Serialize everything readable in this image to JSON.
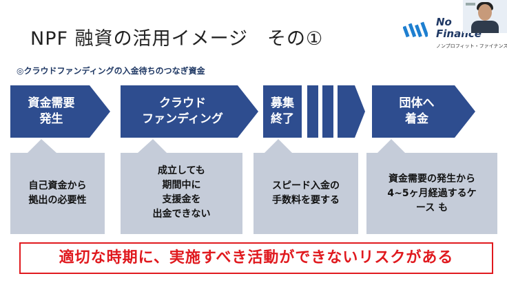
{
  "slide": {
    "title": "NPF 融資の活用イメージ　その①",
    "subtitle": "◎クラウドファンディングの入金待ちのつなぎ資金"
  },
  "logo": {
    "line1": "No",
    "line2": "Finance",
    "tagline": "ノンプロフィット・ファイナンス"
  },
  "steps": [
    {
      "line1": "資金需要",
      "line2": "発生"
    },
    {
      "line1": "クラウド",
      "line2": "ファンディング"
    },
    {
      "line1": "募集",
      "line2": "終了"
    },
    {
      "line1": "団体へ",
      "line2": "着金"
    }
  ],
  "callouts": [
    {
      "lines": [
        "自己資金から",
        "拠出の必要性"
      ]
    },
    {
      "lines": [
        "成立しても",
        "期間中に",
        "支援金を",
        "出金できない"
      ]
    },
    {
      "lines": [
        "スピード入金の",
        "手数料を要する"
      ]
    },
    {
      "lines": [
        "資金需要の発生から",
        "4~5ヶ月経過するケ",
        "ース も"
      ]
    }
  ],
  "risk": {
    "text": "適切な時期に、実施すべき活動ができないリスクがある"
  },
  "colors": {
    "arrow": "#2e4d8f",
    "callout": "#c5ccd9",
    "risk": "#e0191e"
  }
}
